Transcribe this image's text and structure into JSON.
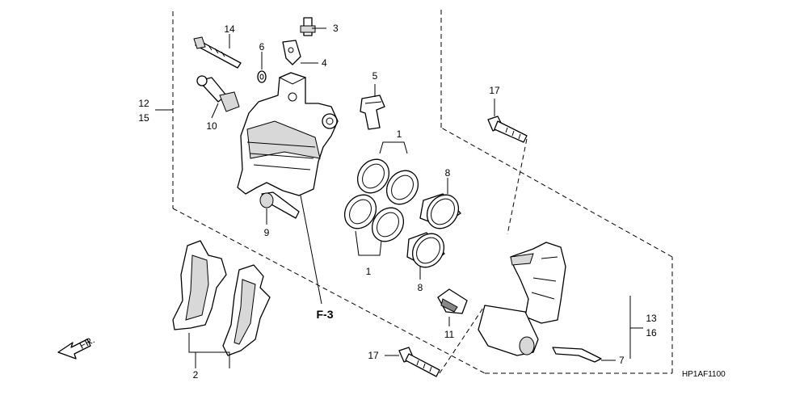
{
  "diagram": {
    "code": "HP1AF1100",
    "fr_label": "FR.",
    "ref_label": "F-3",
    "callouts": {
      "c1a": "1",
      "c1b": "1",
      "c2": "2",
      "c3": "3",
      "c4": "4",
      "c5": "5",
      "c6": "6",
      "c7": "7",
      "c8a": "8",
      "c8b": "8",
      "c9": "9",
      "c10": "10",
      "c11": "11",
      "c12": "12",
      "c13": "13",
      "c14": "14",
      "c15": "15",
      "c16": "16",
      "c17a": "17",
      "c17b": "17"
    }
  }
}
